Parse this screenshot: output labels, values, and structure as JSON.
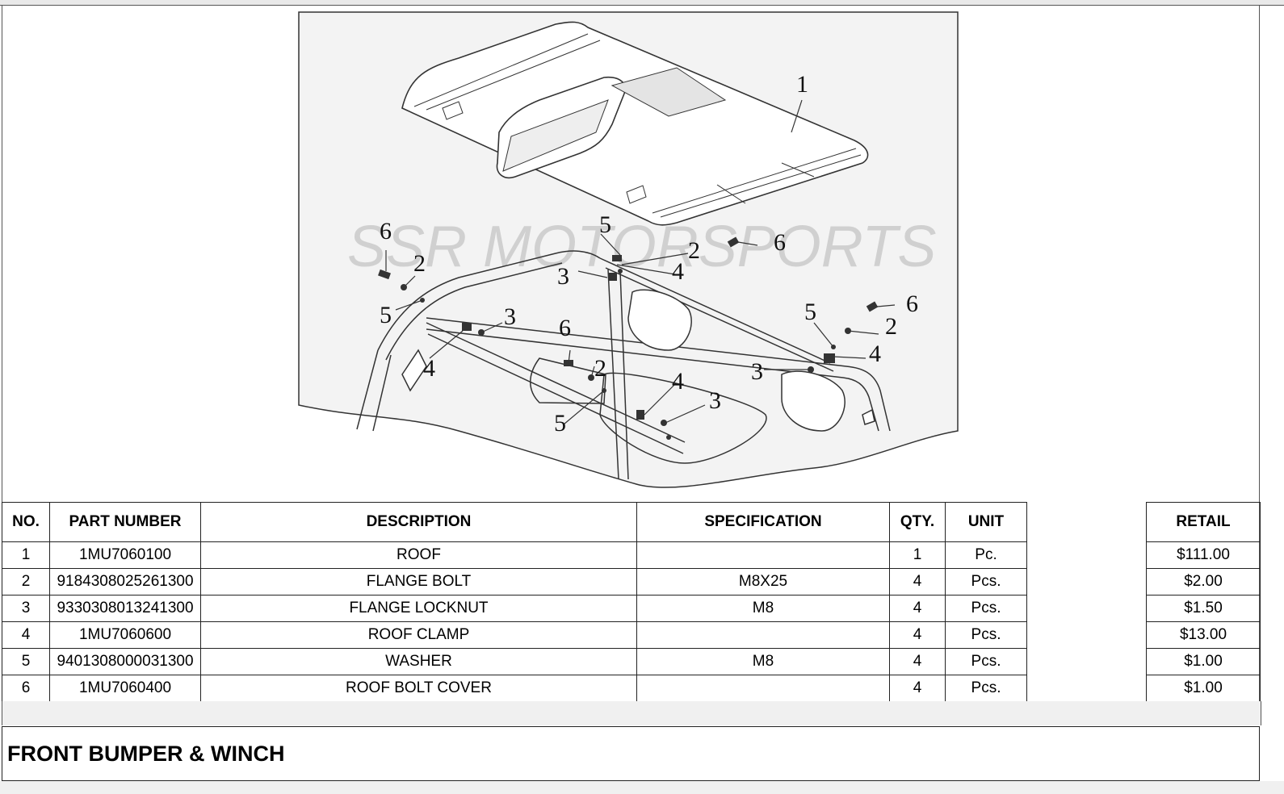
{
  "diagram": {
    "watermark": "SSR MOTORSPORTS",
    "callouts": [
      "1",
      "2",
      "2",
      "2",
      "2",
      "3",
      "3",
      "3",
      "3",
      "4",
      "4",
      "4",
      "4",
      "5",
      "5",
      "5",
      "5",
      "6",
      "6",
      "6",
      "6"
    ]
  },
  "table": {
    "headers": {
      "no": "NO.",
      "part_number": "PART NUMBER",
      "description": "DESCRIPTION",
      "specification": "SPECIFICATION",
      "qty": "QTY.",
      "unit": "UNIT",
      "blank": "",
      "retail": "RETAIL"
    },
    "rows": [
      {
        "no": "1",
        "part_number": "1MU7060100",
        "description": "ROOF",
        "specification": "",
        "qty": "1",
        "unit": "Pc.",
        "retail": "$111.00"
      },
      {
        "no": "2",
        "part_number": "9184308025261300",
        "description": "FLANGE BOLT",
        "specification": "M8X25",
        "qty": "4",
        "unit": "Pcs.",
        "retail": "$2.00"
      },
      {
        "no": "3",
        "part_number": "9330308013241300",
        "description": "FLANGE LOCKNUT",
        "specification": "M8",
        "qty": "4",
        "unit": "Pcs.",
        "retail": "$1.50"
      },
      {
        "no": "4",
        "part_number": "1MU7060600",
        "description": "ROOF CLAMP",
        "specification": "",
        "qty": "4",
        "unit": "Pcs.",
        "retail": "$13.00"
      },
      {
        "no": "5",
        "part_number": "9401308000031300",
        "description": "WASHER",
        "specification": "M8",
        "qty": "4",
        "unit": "Pcs.",
        "retail": "$1.00"
      },
      {
        "no": "6",
        "part_number": "1MU7060400",
        "description": "ROOF BOLT COVER",
        "specification": "",
        "qty": "4",
        "unit": "Pcs.",
        "retail": "$1.00"
      }
    ]
  },
  "next_section": {
    "title": "FRONT BUMPER & WINCH"
  }
}
